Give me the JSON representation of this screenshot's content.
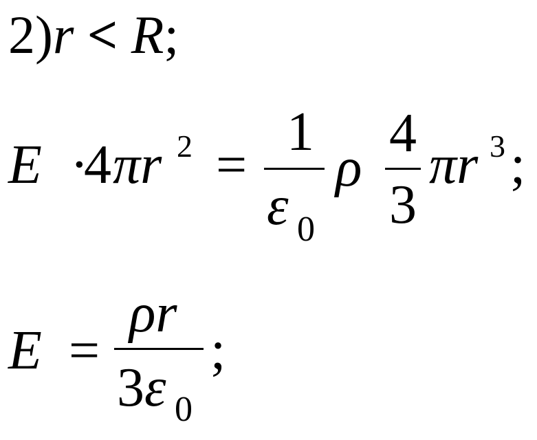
{
  "eq1": {
    "label": "2)",
    "lhs": "r",
    "rel": "<",
    "rhs": "R",
    "end": ";"
  },
  "eq2": {
    "E": "E",
    "dot": "·",
    "four": "4",
    "pir": "πr",
    "exp2": "2",
    "eq": "=",
    "num1": "1",
    "den_eps": "ε",
    "den_sub": "0",
    "rho": "ρ",
    "num4": "4",
    "den3": "3",
    "pir2": "πr",
    "exp3": "3",
    "end": ";"
  },
  "eq3": {
    "E": "E",
    "eq": "=",
    "num": "ρr",
    "den_three": "3",
    "den_eps": "ε",
    "den_sub": "0",
    "end": ";"
  }
}
